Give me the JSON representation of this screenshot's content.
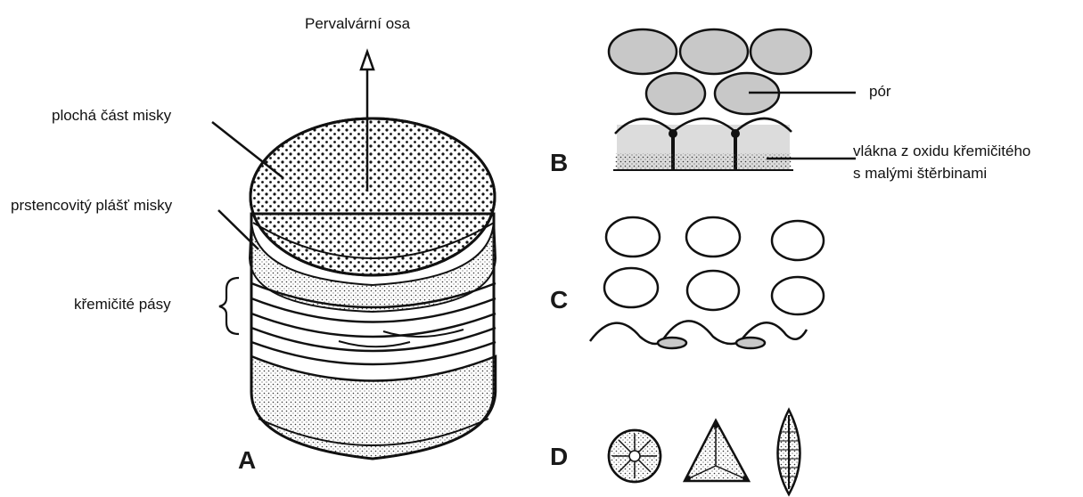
{
  "labels": {
    "axis": "Pervalvární osa",
    "valve_face": "plochá část misky",
    "valve_mantle": "prstencovitý plášť misky",
    "girdle_bands": "křemičité pásy",
    "pore": "pór",
    "fibers_line1": "vlákna z oxidu křemičitého",
    "fibers_line2": "s malými štěrbinami"
  },
  "panels": {
    "a": "A",
    "b": "B",
    "c": "C",
    "d": "D"
  },
  "colors": {
    "ink": "#111111",
    "pore_fill": "#c8c8c8",
    "wall_fill": "#dcdcdc"
  }
}
